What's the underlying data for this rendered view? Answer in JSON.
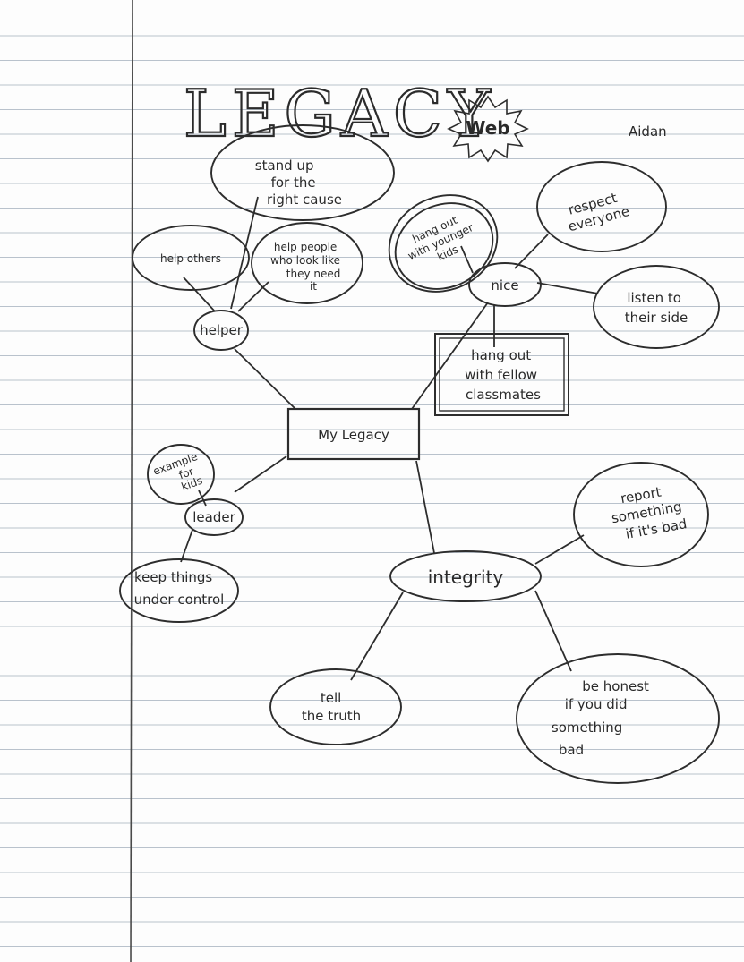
{
  "page": {
    "title": "LEGACY",
    "title_badge": "Web",
    "author": "Aidan"
  },
  "web": {
    "center": "My Legacy",
    "helper": {
      "label": "helper",
      "stand_up": [
        "stand up",
        "for the",
        "right cause"
      ],
      "help_others": "help others",
      "help_people": [
        "help people",
        "who look like",
        "they need",
        "it"
      ]
    },
    "nice": {
      "label": "nice",
      "younger_kids": [
        "hang out",
        "with younger",
        "kids"
      ],
      "respect": [
        "respect",
        "everyone"
      ],
      "listen": [
        "listen to",
        "their side"
      ],
      "classmates": [
        "hang out",
        "with fellow",
        "classmates"
      ]
    },
    "leader": {
      "label": "leader",
      "example": [
        "example",
        "for",
        "kids"
      ],
      "control": [
        "keep things",
        "under control"
      ]
    },
    "integrity": {
      "label": "integrity",
      "report": [
        "report",
        "something",
        "if it's bad"
      ],
      "tell": [
        "tell",
        "the truth"
      ],
      "honest": [
        "be honest",
        "if you did",
        "something",
        "bad"
      ]
    }
  }
}
